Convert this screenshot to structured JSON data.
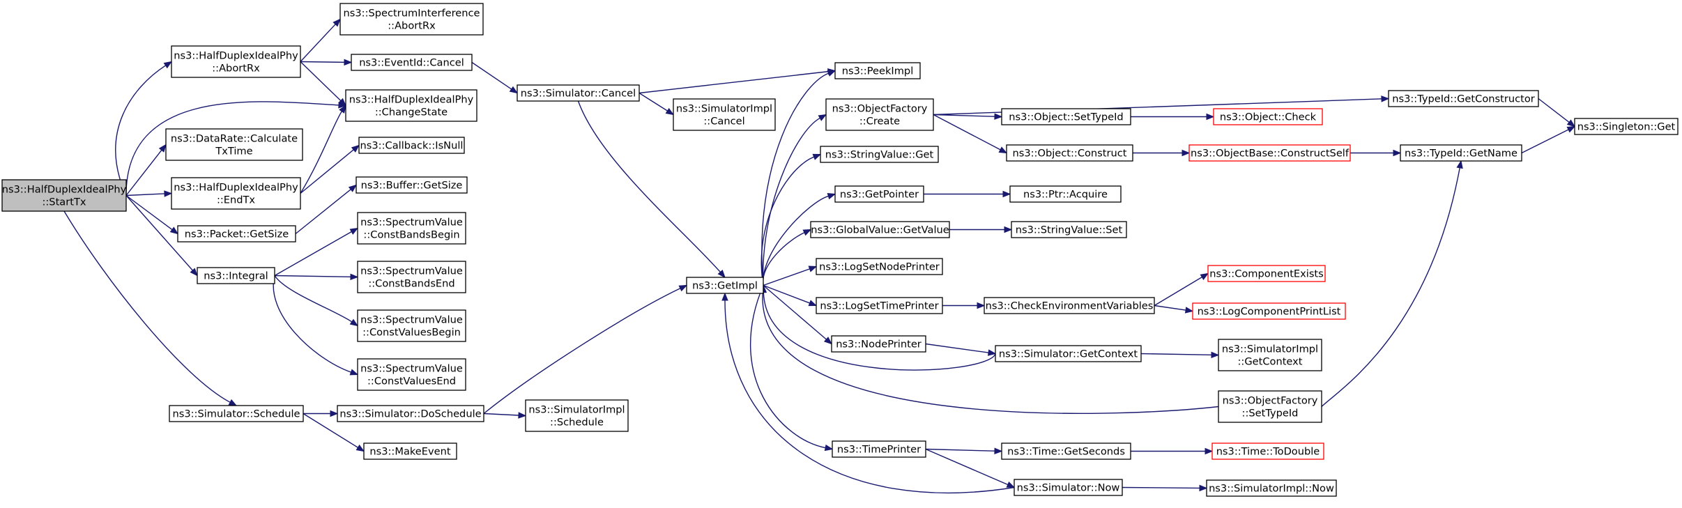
{
  "diagram": {
    "type": "call-graph",
    "colors": {
      "edge": "#191970",
      "node_border": "#000000",
      "root_fill": "#bfbfbf",
      "truncated_border": "#ff0000"
    },
    "nodes": [
      {
        "id": "startTx",
        "lines": [
          "ns3::HalfDuplexIdealPhy",
          "::StartTx"
        ],
        "style": "root"
      },
      {
        "id": "abortRxPhy",
        "lines": [
          "ns3::HalfDuplexIdealPhy",
          "::AbortRx"
        ]
      },
      {
        "id": "dataRate",
        "lines": [
          "ns3::DataRate::Calculate",
          "TxTime"
        ]
      },
      {
        "id": "endTx",
        "lines": [
          "ns3::HalfDuplexIdealPhy",
          "::EndTx"
        ]
      },
      {
        "id": "packetSize",
        "lines": [
          "ns3::Packet::GetSize"
        ]
      },
      {
        "id": "integral",
        "lines": [
          "ns3::Integral"
        ]
      },
      {
        "id": "schedule",
        "lines": [
          "ns3::Simulator::Schedule"
        ]
      },
      {
        "id": "specAbort",
        "lines": [
          "ns3::SpectrumInterference",
          "::AbortRx"
        ]
      },
      {
        "id": "eventCancel",
        "lines": [
          "ns3::EventId::Cancel"
        ]
      },
      {
        "id": "changeState",
        "lines": [
          "ns3::HalfDuplexIdealPhy",
          "::ChangeState"
        ]
      },
      {
        "id": "isNull",
        "lines": [
          "ns3::Callback::IsNull"
        ]
      },
      {
        "id": "bufSize",
        "lines": [
          "ns3::Buffer::GetSize"
        ]
      },
      {
        "id": "cbb",
        "lines": [
          "ns3::SpectrumValue",
          "::ConstBandsBegin"
        ]
      },
      {
        "id": "cbe",
        "lines": [
          "ns3::SpectrumValue",
          "::ConstBandsEnd"
        ]
      },
      {
        "id": "cvb",
        "lines": [
          "ns3::SpectrumValue",
          "::ConstValuesBegin"
        ]
      },
      {
        "id": "cve",
        "lines": [
          "ns3::SpectrumValue",
          "::ConstValuesEnd"
        ]
      },
      {
        "id": "doSchedule",
        "lines": [
          "ns3::Simulator::DoSchedule"
        ]
      },
      {
        "id": "makeEvent",
        "lines": [
          "ns3::MakeEvent"
        ]
      },
      {
        "id": "simCancel",
        "lines": [
          "ns3::Simulator::Cancel"
        ]
      },
      {
        "id": "implCancel",
        "lines": [
          "ns3::SimulatorImpl",
          "::Cancel"
        ]
      },
      {
        "id": "implSchedule",
        "lines": [
          "ns3::SimulatorImpl",
          "::Schedule"
        ]
      },
      {
        "id": "getImpl",
        "lines": [
          "ns3::GetImpl"
        ]
      },
      {
        "id": "peekImpl",
        "lines": [
          "ns3::PeekImpl"
        ]
      },
      {
        "id": "ofCreate",
        "lines": [
          "ns3::ObjectFactory",
          "::Create"
        ]
      },
      {
        "id": "strGet",
        "lines": [
          "ns3::StringValue::Get"
        ]
      },
      {
        "id": "getPointer",
        "lines": [
          "ns3::GetPointer"
        ]
      },
      {
        "id": "gvGet",
        "lines": [
          "ns3::GlobalValue::GetValue"
        ]
      },
      {
        "id": "lsnp",
        "lines": [
          "ns3::LogSetNodePrinter"
        ]
      },
      {
        "id": "lstp",
        "lines": [
          "ns3::LogSetTimePrinter"
        ]
      },
      {
        "id": "nodePrinter",
        "lines": [
          "ns3::NodePrinter"
        ]
      },
      {
        "id": "timePrinter",
        "lines": [
          "ns3::TimePrinter"
        ]
      },
      {
        "id": "setTypeId",
        "lines": [
          "ns3::Object::SetTypeId"
        ]
      },
      {
        "id": "construct",
        "lines": [
          "ns3::Object::Construct"
        ]
      },
      {
        "id": "ptrAcquire",
        "lines": [
          "ns3::Ptr::Acquire"
        ]
      },
      {
        "id": "strSet",
        "lines": [
          "ns3::StringValue::Set"
        ]
      },
      {
        "id": "checkEnv",
        "lines": [
          "ns3::CheckEnvironmentVariables"
        ]
      },
      {
        "id": "getContext",
        "lines": [
          "ns3::Simulator::GetContext"
        ]
      },
      {
        "id": "getSeconds",
        "lines": [
          "ns3::Time::GetSeconds"
        ]
      },
      {
        "id": "simNow",
        "lines": [
          "ns3::Simulator::Now"
        ]
      },
      {
        "id": "objCheck",
        "lines": [
          "ns3::Object::Check"
        ],
        "style": "truncated"
      },
      {
        "id": "obConstruct",
        "lines": [
          "ns3::ObjectBase::ConstructSelf"
        ],
        "style": "truncated"
      },
      {
        "id": "compExists",
        "lines": [
          "ns3::ComponentExists"
        ],
        "style": "truncated"
      },
      {
        "id": "logCompList",
        "lines": [
          "ns3::LogComponentPrintList"
        ],
        "style": "truncated"
      },
      {
        "id": "implGetCtx",
        "lines": [
          "ns3::SimulatorImpl",
          "::GetContext"
        ]
      },
      {
        "id": "ofSetTypeId",
        "lines": [
          "ns3::ObjectFactory",
          "::SetTypeId"
        ]
      },
      {
        "id": "toDouble",
        "lines": [
          "ns3::Time::ToDouble"
        ],
        "style": "truncated"
      },
      {
        "id": "implNow",
        "lines": [
          "ns3::SimulatorImpl::Now"
        ]
      },
      {
        "id": "getConstructor",
        "lines": [
          "ns3::TypeId::GetConstructor"
        ]
      },
      {
        "id": "getName",
        "lines": [
          "ns3::TypeId::GetName"
        ]
      },
      {
        "id": "singletonGet",
        "lines": [
          "ns3::Singleton::Get"
        ]
      }
    ],
    "edges": [
      {
        "from": "startTx",
        "to": "abortRxPhy"
      },
      {
        "from": "startTx",
        "to": "changeState"
      },
      {
        "from": "startTx",
        "to": "dataRate"
      },
      {
        "from": "startTx",
        "to": "endTx"
      },
      {
        "from": "startTx",
        "to": "packetSize"
      },
      {
        "from": "startTx",
        "to": "integral"
      },
      {
        "from": "startTx",
        "to": "schedule"
      },
      {
        "from": "abortRxPhy",
        "to": "specAbort"
      },
      {
        "from": "abortRxPhy",
        "to": "eventCancel"
      },
      {
        "from": "abortRxPhy",
        "to": "changeState"
      },
      {
        "from": "endTx",
        "to": "changeState"
      },
      {
        "from": "endTx",
        "to": "isNull"
      },
      {
        "from": "packetSize",
        "to": "bufSize"
      },
      {
        "from": "integral",
        "to": "cbb"
      },
      {
        "from": "integral",
        "to": "cbe"
      },
      {
        "from": "integral",
        "to": "cvb"
      },
      {
        "from": "integral",
        "to": "cve"
      },
      {
        "from": "schedule",
        "to": "doSchedule"
      },
      {
        "from": "schedule",
        "to": "makeEvent"
      },
      {
        "from": "eventCancel",
        "to": "simCancel"
      },
      {
        "from": "doSchedule",
        "to": "getImpl"
      },
      {
        "from": "doSchedule",
        "to": "implSchedule"
      },
      {
        "from": "simCancel",
        "to": "peekImpl"
      },
      {
        "from": "simCancel",
        "to": "implCancel"
      },
      {
        "from": "simCancel",
        "to": "getImpl"
      },
      {
        "from": "getImpl",
        "to": "peekImpl"
      },
      {
        "from": "getImpl",
        "to": "ofCreate"
      },
      {
        "from": "getImpl",
        "to": "strGet"
      },
      {
        "from": "getImpl",
        "to": "getPointer"
      },
      {
        "from": "getImpl",
        "to": "gvGet"
      },
      {
        "from": "getImpl",
        "to": "lsnp"
      },
      {
        "from": "getImpl",
        "to": "lstp"
      },
      {
        "from": "getImpl",
        "to": "nodePrinter"
      },
      {
        "from": "getImpl",
        "to": "timePrinter"
      },
      {
        "from": "getContext",
        "to": "getImpl"
      },
      {
        "from": "ofSetTypeId",
        "to": "getImpl"
      },
      {
        "from": "simNow",
        "to": "getImpl"
      },
      {
        "from": "ofCreate",
        "to": "getConstructor"
      },
      {
        "from": "ofCreate",
        "to": "setTypeId"
      },
      {
        "from": "ofCreate",
        "to": "construct"
      },
      {
        "from": "setTypeId",
        "to": "objCheck"
      },
      {
        "from": "construct",
        "to": "obConstruct"
      },
      {
        "from": "obConstruct",
        "to": "getName"
      },
      {
        "from": "getPointer",
        "to": "ptrAcquire"
      },
      {
        "from": "gvGet",
        "to": "strSet"
      },
      {
        "from": "lstp",
        "to": "checkEnv"
      },
      {
        "from": "checkEnv",
        "to": "compExists"
      },
      {
        "from": "checkEnv",
        "to": "logCompList"
      },
      {
        "from": "nodePrinter",
        "to": "getContext"
      },
      {
        "from": "getContext",
        "to": "implGetCtx"
      },
      {
        "from": "ofSetTypeId",
        "to": "getName"
      },
      {
        "from": "timePrinter",
        "to": "getSeconds"
      },
      {
        "from": "timePrinter",
        "to": "simNow"
      },
      {
        "from": "getSeconds",
        "to": "toDouble"
      },
      {
        "from": "simNow",
        "to": "implNow"
      },
      {
        "from": "getConstructor",
        "to": "singletonGet"
      },
      {
        "from": "getName",
        "to": "singletonGet"
      }
    ]
  }
}
